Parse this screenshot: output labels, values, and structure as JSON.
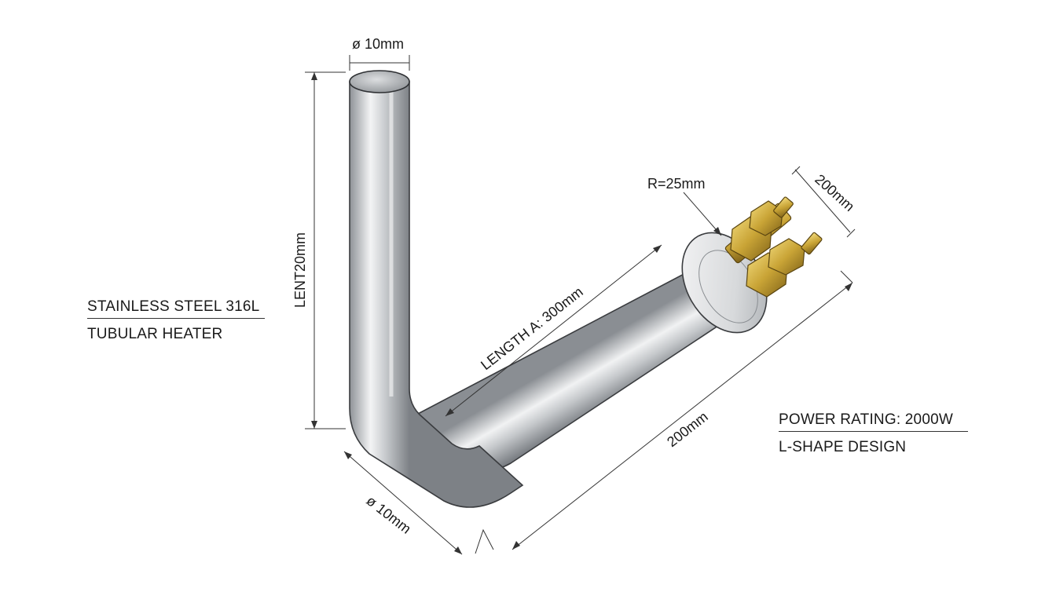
{
  "materials": {
    "line1": "STAINLESS STEEL 316L",
    "line2": "TUBULAR HEATER"
  },
  "specs": {
    "line1": "POWER RATING: 2000W",
    "line2": "L-SHAPE DESIGN"
  },
  "dimensions": {
    "top_diameter": "ø 10mm",
    "vertical_length": "LENT20mm",
    "radius": "R=25mm",
    "terminal_span": "200mm",
    "length_a": "LENGTH A: 300mm",
    "horizontal_length": "200mm",
    "bottom_diameter": "ø 10mm"
  },
  "colors": {
    "tube_base": "#b9bcc0",
    "tube_highlight": "#f4f5f6",
    "brass": "#c9a436",
    "line": "#333333"
  }
}
